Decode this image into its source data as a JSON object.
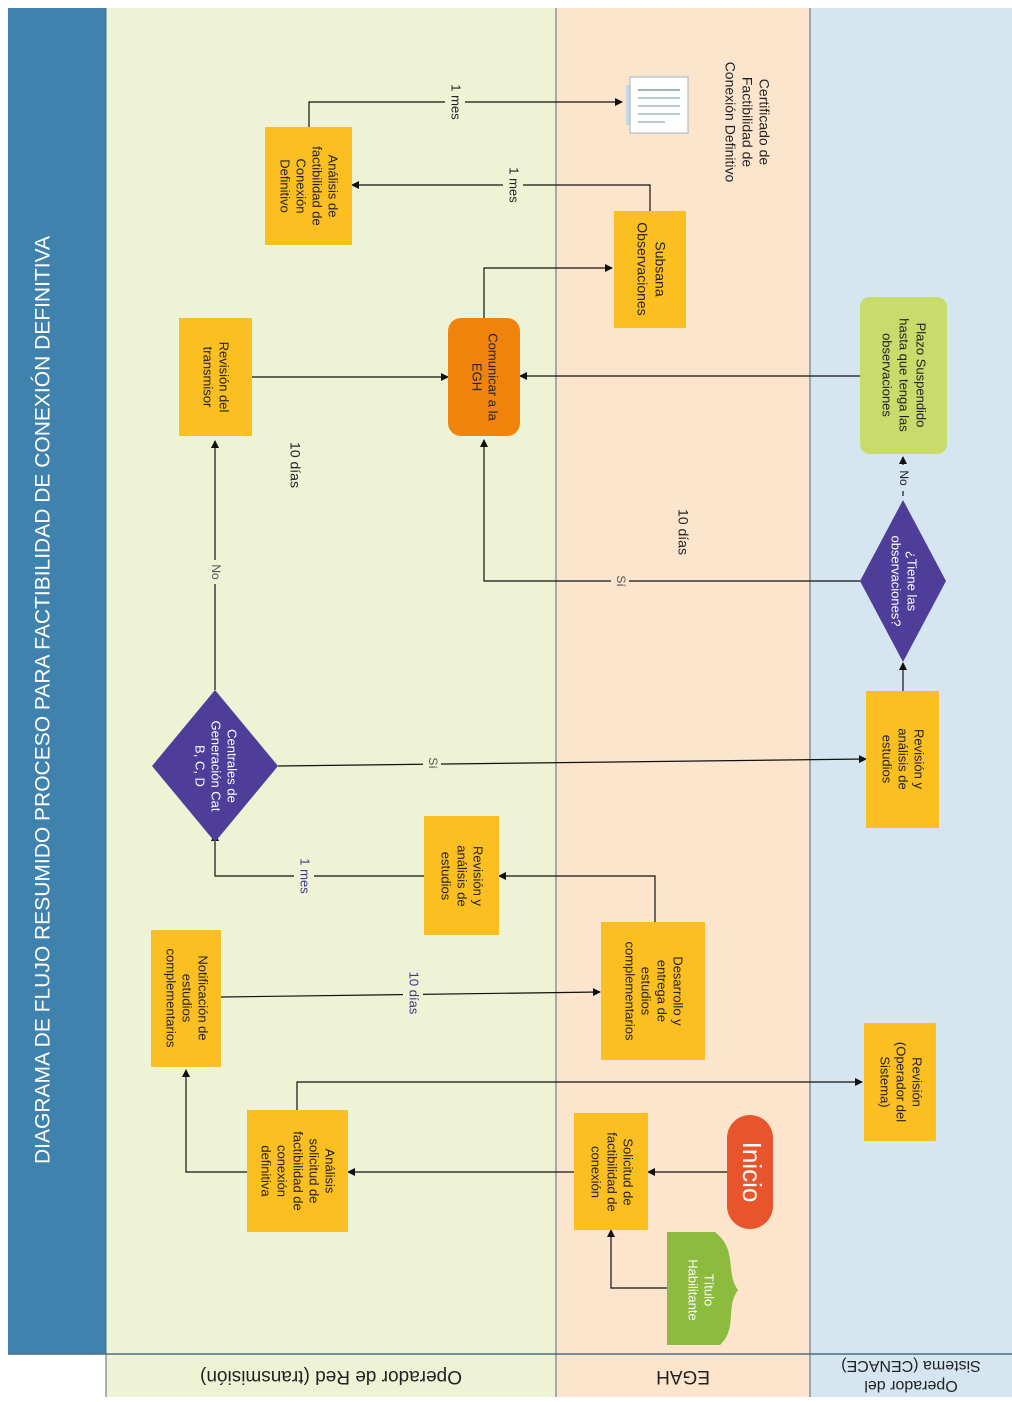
{
  "title": "DIAGRAMA DE FLUJO RESUMIDO PROCESO PARA FACTIBILIDAD DE CONEXIÓN DEFINITIVA",
  "lanes": {
    "red": "Operador de Red (transmisión)",
    "egh": "EGAH",
    "cenace_1": "Operador del",
    "cenace_2": "Sistema (CENACE)"
  },
  "nodes": {
    "inicio": "Inicio",
    "titulo": [
      "Título",
      "Habilitante"
    ],
    "solicitud": [
      "Solicitud de",
      "factibilidad de",
      "conexión"
    ],
    "analisis_solicitud": [
      "Análisis",
      "solicitud de",
      "factibilidad de",
      "conexión",
      "definitiva"
    ],
    "notificacion": [
      "Notificación de",
      "estudios",
      "complementarios"
    ],
    "desarrollo": [
      "Desarrollo y",
      "entrega de",
      "estudios",
      "complementarios"
    ],
    "revision_estudios_red": [
      "Revisión y",
      "análisis de",
      "estudios"
    ],
    "centrales": [
      "Centrales de",
      "Generación Cat",
      "B, C, D"
    ],
    "revision_transmisor": [
      "Revisión del",
      "transmisor"
    ],
    "comunicar": [
      "Comunicar a la",
      "EGH"
    ],
    "subsana": [
      "Subsana",
      "Observaciones"
    ],
    "analisis_definitivo": [
      "Análisis de",
      "factibilidad de",
      "Conexión",
      "Definitivo"
    ],
    "certificado": [
      "Certificado de",
      "Factibilidad de",
      "Conexión Definitivo"
    ],
    "revision_operador": [
      "Revisión",
      "(Operador del",
      "Sistema)"
    ],
    "revision_estudios_cenace": [
      "Revisión y",
      "análisis de",
      "estudios"
    ],
    "tiene_obs": [
      "¿Tiene las",
      "observaciones?"
    ],
    "plazo": [
      "Plazo Suspendido",
      "hasta que tenga las",
      "observaciones"
    ]
  },
  "edge_labels": {
    "diez_dias_1": "10 días",
    "un_mes_1": "1 mes",
    "si_1": "Sí",
    "no_1": "No",
    "diez_dias_2": "10 días",
    "diez_dias_3": "10 días",
    "si_2": "Sí",
    "no_2": "No",
    "un_mes_2": "1 mes",
    "un_mes_3": "1 mes"
  },
  "colors": {
    "title_band": "#3f82ad",
    "lane_red": "#eef3d6",
    "lane_egh": "#fde5cd",
    "lane_cenace": "#d5e6f1",
    "process": "#fbbf22",
    "decision": "#4e3d99",
    "communicate": "#f0830c",
    "start": "#e8542c",
    "document": "#8dbb3e",
    "suspend": "#c8db6b"
  }
}
